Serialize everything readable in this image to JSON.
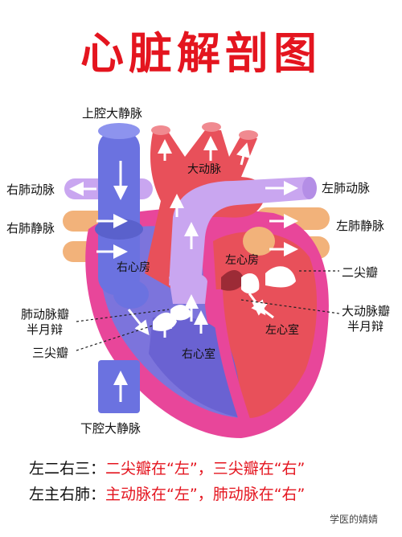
{
  "title": "心脏解剖图",
  "labels": {
    "svc": "上腔大静脉",
    "ivc": "下腔大静脉",
    "aorta": "大动脉",
    "rpa": "右肺动脉",
    "lpa": "左肺动脉",
    "rpv": "右肺静脉",
    "lpv": "左肺静脉",
    "ra": "右心房",
    "la": "左心房",
    "rv": "右心室",
    "lv": "左心室",
    "mitral": "二尖瓣",
    "tricuspid": "三尖瓣",
    "pulm_valve_1": "肺动脉瓣",
    "pulm_valve_2": "半月辩",
    "aortic_valve_1": "大动脉瓣",
    "aortic_valve_2": "半月辩"
  },
  "rules": [
    {
      "key": "左二右三：",
      "value": "二尖瓣在“左”，三尖瓣在“右”"
    },
    {
      "key": "左主右肺：",
      "value": "主动脉在“左”，肺动脉在“右”"
    }
  ],
  "watermark": "学医的婧婧",
  "colors": {
    "title": "#e4151f",
    "vena_cava": "#6b72e0",
    "aorta": "#e8505a",
    "pulmonary_artery": "#c9a6f0",
    "pulmonary_vein": "#f2b27a",
    "heart_wall": "#e8469a",
    "right_chambers": "#7c74dc",
    "left_chambers": "#e8505a"
  },
  "icons": [
    "arrow-icon"
  ]
}
